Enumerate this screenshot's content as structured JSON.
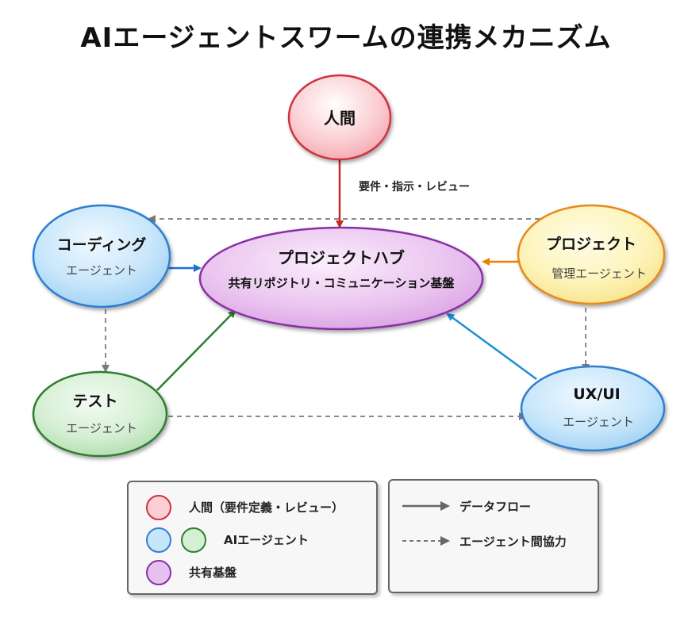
{
  "title": "AIエージェントスワームの連携メカニズム",
  "nodes": {
    "human": {
      "label": "人間"
    },
    "hub": {
      "title": "プロジェクトハブ",
      "subtitle": "共有リポジトリ・コミュニケーション基盤"
    },
    "coding": {
      "title": "コーディング",
      "subtitle": "エージェント"
    },
    "test": {
      "title": "テスト",
      "subtitle": "エージェント"
    },
    "project": {
      "title": "プロジェクト",
      "subtitle": "管理エージェント"
    },
    "uxui": {
      "title": "UX/UI",
      "subtitle": "エージェント"
    }
  },
  "edges": {
    "human_to_hub_label": "要件・指示・レビュー"
  },
  "legend": {
    "human": "人間（要件定義・レビュー）",
    "ai": "AIエージェント",
    "shared": "共有基盤",
    "data_flow": "データフロー",
    "collab": "エージェント間協力"
  },
  "colors": {
    "human_fill": "#fbcfd3",
    "human_stroke": "#d0303f",
    "hub_fill": "#ebc6f0",
    "hub_stroke": "#8a2fa8",
    "blue_fill": "#c8e6fb",
    "blue_stroke": "#2e7fd0",
    "green_fill": "#d5efd3",
    "green_stroke": "#2e7d32",
    "yellow_fill": "#fdf4bb",
    "yellow_stroke": "#e68a1a",
    "arrow_red": "#c62828",
    "arrow_blue": "#1f6fd1",
    "arrow_green": "#2e7d32",
    "arrow_orange": "#ef7d00",
    "arrow_lightblue": "#1b8fd6",
    "dashed": "#8a8a8a"
  }
}
